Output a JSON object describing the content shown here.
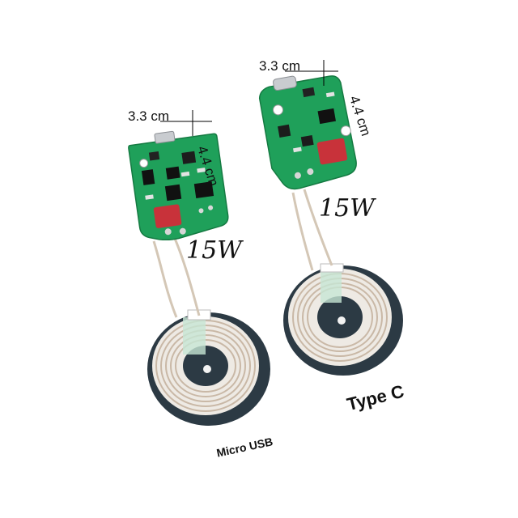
{
  "left_module": {
    "width_label": "3.3 cm",
    "height_label": "4.4 cm",
    "power_label": "15W",
    "connector_label": "Micro USB"
  },
  "right_module": {
    "width_label": "3.3 cm",
    "height_label": "4.4 cm",
    "power_label": "15W",
    "connector_label": "Type C"
  },
  "colors": {
    "pcb_green": "#1fa05a",
    "coil_copper": "#d8d2c8",
    "coil_dark": "#2c3a44",
    "capacitor_red": "#c8323a"
  }
}
